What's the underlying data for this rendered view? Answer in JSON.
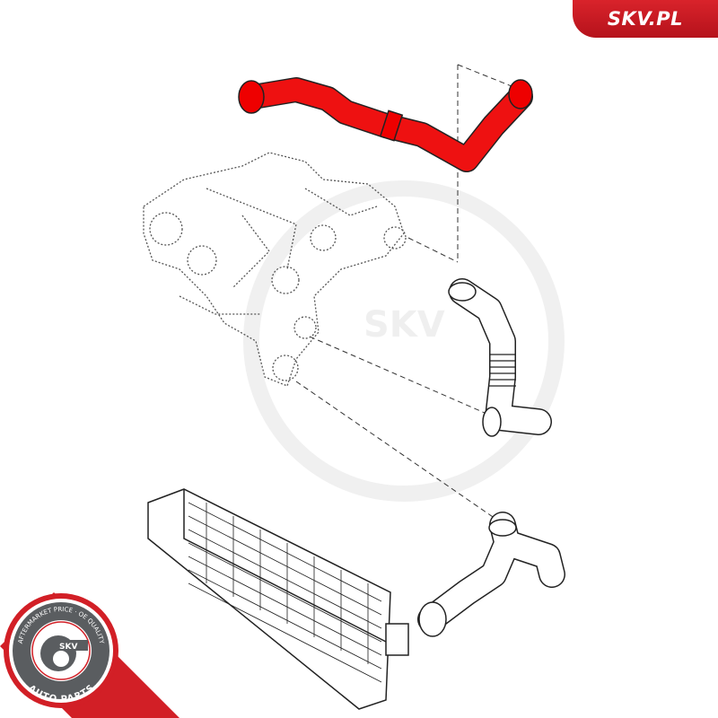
{
  "brand": {
    "site_label": "SKV.PL",
    "accent": "#d9232b"
  },
  "badge": {
    "top_text": "AFTERMARKET PRICE · OE QUALITY",
    "center_text": "SKV",
    "bottom_text": "AUTO PARTS"
  },
  "watermark": "SKV",
  "diagram": {
    "highlight_color": "#ee1111",
    "line_color": "#222222"
  }
}
